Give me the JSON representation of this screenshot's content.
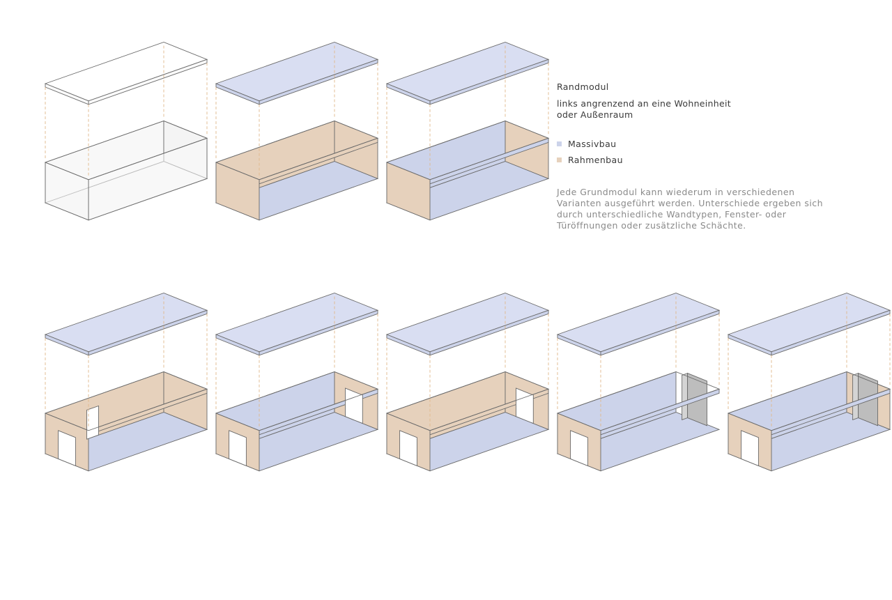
{
  "title": "Randmodul",
  "subtitle": "links angrenzend an eine Wohneinheit oder Außenraum",
  "legend": [
    {
      "label": "Massivbau",
      "color": "#ccd3ea"
    },
    {
      "label": "Rahmenbau",
      "color": "#e6d1bc"
    }
  ],
  "description": "Jede Grundmodul kann wiederum in verschiedenen Varianten ausgeführt werden. Unterschiede ergeben sich durch unterschiedliche Wandtypen, Fenster- oder Türöffnungen oder zusätzliche Schächte.",
  "colors": {
    "massiv": "#ccd3ea",
    "massiv_top": "#d9def2",
    "rahmen": "#e6d1bc",
    "shaft": "#d4d4d4",
    "outline": "#6a6a6a",
    "guide": "#e0b88a"
  },
  "modules": [
    {
      "variant": "outline",
      "top": "none",
      "floor": "none",
      "back": "none",
      "front": "none",
      "left": "none",
      "right": "none",
      "doors": [],
      "shaft": false
    },
    {
      "variant": "rahmen",
      "top": "massiv",
      "floor": "massiv",
      "back": "rahmen",
      "front": "rahmen",
      "left": "rahmen",
      "right": "rahmen",
      "doors": [],
      "shaft": false
    },
    {
      "variant": "mixed",
      "top": "massiv",
      "floor": "massiv",
      "back": "massiv",
      "front": "massiv",
      "left": "rahmen",
      "right": "rahmen",
      "doors": [],
      "shaft": false
    },
    {
      "variant": "doors-a",
      "top": "massiv",
      "floor": "massiv",
      "back": "rahmen",
      "front": "rahmen",
      "left": "rahmen",
      "right": "rahmen",
      "doors": [
        "left",
        "back"
      ],
      "shaft": false
    },
    {
      "variant": "doors-b",
      "top": "massiv",
      "floor": "massiv",
      "back": "massiv",
      "front": "massiv",
      "left": "rahmen",
      "right": "rahmen",
      "doors": [
        "left",
        "right"
      ],
      "shaft": false
    },
    {
      "variant": "doors-c",
      "top": "massiv",
      "floor": "massiv",
      "back": "rahmen",
      "front": "rahmen",
      "left": "rahmen",
      "right": "rahmen",
      "doors": [
        "left",
        "right"
      ],
      "shaft": false
    },
    {
      "variant": "shaft-a",
      "top": "massiv",
      "floor": "massiv",
      "back": "massiv",
      "front": "massiv",
      "left": "rahmen",
      "right": "none",
      "doors": [
        "left"
      ],
      "shaft": true
    },
    {
      "variant": "shaft-b",
      "top": "massiv",
      "floor": "massiv",
      "back": "massiv",
      "front": "massiv",
      "left": "rahmen",
      "right": "rahmen",
      "doors": [
        "left"
      ],
      "shaft": true
    }
  ]
}
